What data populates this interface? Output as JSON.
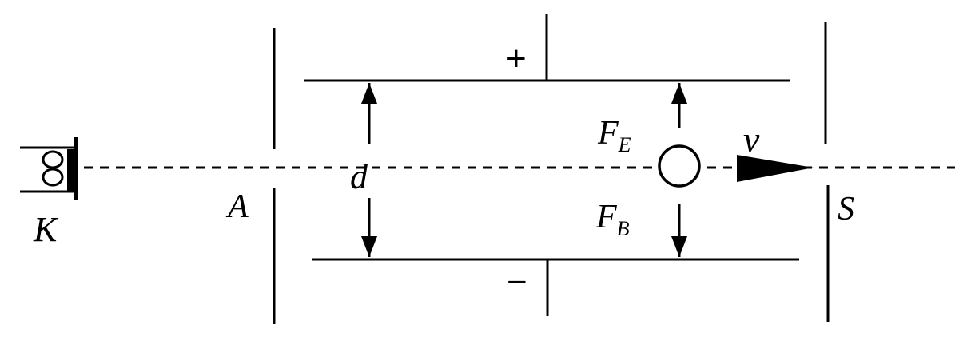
{
  "labels": {
    "plus": "+",
    "minus": "−",
    "d": "d",
    "A": "A",
    "S": "S",
    "K": "K",
    "v": "v",
    "FE": {
      "main": "F",
      "sub": "E"
    },
    "FB": {
      "main": "F",
      "sub": "B"
    }
  },
  "colors": {
    "stroke": "#000000",
    "background": "#ffffff"
  }
}
